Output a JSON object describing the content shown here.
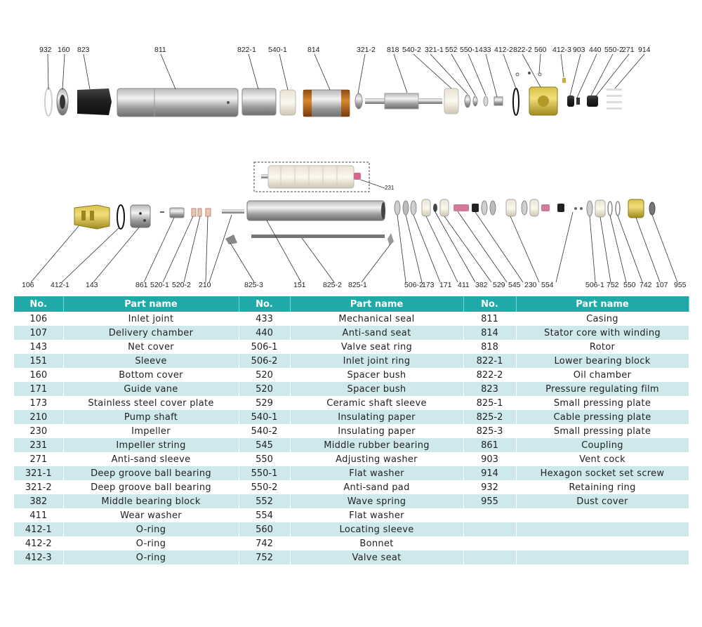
{
  "diagram": {
    "top_labels": [
      "932",
      "160",
      "823",
      "811",
      "822-1",
      "540-1",
      "814",
      "321-2",
      "818",
      "540-2",
      "321-1",
      "552",
      "550-1",
      "433",
      "412-2",
      "822-2",
      "560",
      "412-3",
      "903",
      "440",
      "550-2",
      "271",
      "914"
    ],
    "bottom_labels": [
      "106",
      "412-1",
      "143",
      "861",
      "520-1",
      "520-2",
      "210",
      "825-3",
      "151",
      "825-2",
      "825-1",
      "506-2",
      "173",
      "171",
      "411",
      "382",
      "529",
      "545",
      "230",
      "554",
      "506-1",
      "752",
      "550",
      "742",
      "107",
      "955"
    ],
    "callout_label": "231"
  },
  "table": {
    "headers": [
      "No.",
      "Part name",
      "No.",
      "Part name",
      "No.",
      "Part name"
    ],
    "rows": [
      [
        "106",
        "Inlet joint",
        "433",
        "Mechanical seal",
        "811",
        "Casing"
      ],
      [
        "107",
        "Delivery chamber",
        "440",
        "Anti-sand seat",
        "814",
        "Stator core with winding"
      ],
      [
        "143",
        "Net cover",
        "506-1",
        "Valve seat ring",
        "818",
        "Rotor"
      ],
      [
        "151",
        "Sleeve",
        "506-2",
        "Inlet joint ring",
        "822-1",
        "Lower bearing block"
      ],
      [
        "160",
        "Bottom cover",
        "520",
        "Spacer bush",
        "822-2",
        "Oil chamber"
      ],
      [
        "171",
        "Guide vane",
        "520",
        "Spacer bush",
        "823",
        "Pressure regulating film"
      ],
      [
        "173",
        "Stainless steel cover plate",
        "529",
        "Ceramic shaft sleeve",
        "825-1",
        "Small pressing plate"
      ],
      [
        "210",
        "Pump shaft",
        "540-1",
        "Insulating paper",
        "825-2",
        "Cable pressing plate"
      ],
      [
        "230",
        "Impeller",
        "540-2",
        "Insulating paper",
        "825-3",
        "Small pressing plate"
      ],
      [
        "231",
        "Impeller string",
        "545",
        "Middle rubber bearing",
        "861",
        "Coupling"
      ],
      [
        "271",
        "Anti-sand sleeve",
        "550",
        "Adjusting washer",
        "903",
        "Vent cock"
      ],
      [
        "321-1",
        "Deep groove ball bearing",
        "550-1",
        "Flat washer",
        "914",
        "Hexagon socket set screw"
      ],
      [
        "321-2",
        "Deep groove ball bearing",
        "550-2",
        "Anti-sand pad",
        "932",
        "Retaining ring"
      ],
      [
        "382",
        "Middle bearing block",
        "552",
        "Wave spring",
        "955",
        "Dust cover"
      ],
      [
        "411",
        "Wear washer",
        "554",
        "Flat washer",
        "",
        ""
      ],
      [
        "412-1",
        "O-ring",
        "560",
        "Locating sleeve",
        "",
        ""
      ],
      [
        "412-2",
        "O-ring",
        "742",
        "Bonnet",
        "",
        ""
      ],
      [
        "412-3",
        "O-ring",
        "752",
        "Valve seat",
        "",
        ""
      ]
    ]
  }
}
